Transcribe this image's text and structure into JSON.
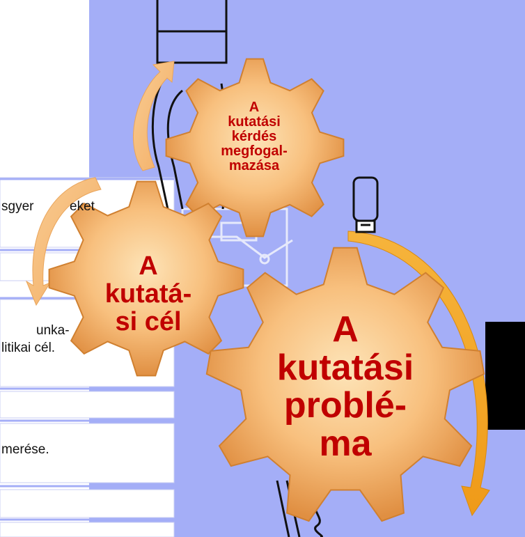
{
  "colors": {
    "background": "#a4aef7",
    "gear_light": "#fbd9a3",
    "gear_mid": "#f5a866",
    "gear_dark": "#d98538",
    "gear_text": "#c00000",
    "arrow_light": "#f7be7f",
    "arrow_dark": "#f2a22a",
    "line": "#111111",
    "pale_line": "#e6e9fb",
    "black_block": "#000000"
  },
  "gears": {
    "small": {
      "text": "A kutatási kérdés megfogal-mazása",
      "lines": [
        "A",
        "kutatási",
        "kérdés",
        "megfogal-",
        "mazása"
      ]
    },
    "medium": {
      "text": "A kutatá-si cél",
      "lines": [
        "A",
        "kutatá-",
        "si cél"
      ]
    },
    "large": {
      "text": "A kutatási problé-ma",
      "lines": [
        "A",
        "kutatási",
        "problé-",
        "ma"
      ]
    }
  },
  "background_fragments": {
    "frag1": "sgyer",
    "frag2": "eket",
    "frag3": "unka-",
    "frag4": "litikai cél.",
    "frag5": "merése."
  },
  "icons": [
    "usb-drive-icon",
    "curved-arrow-icon"
  ]
}
